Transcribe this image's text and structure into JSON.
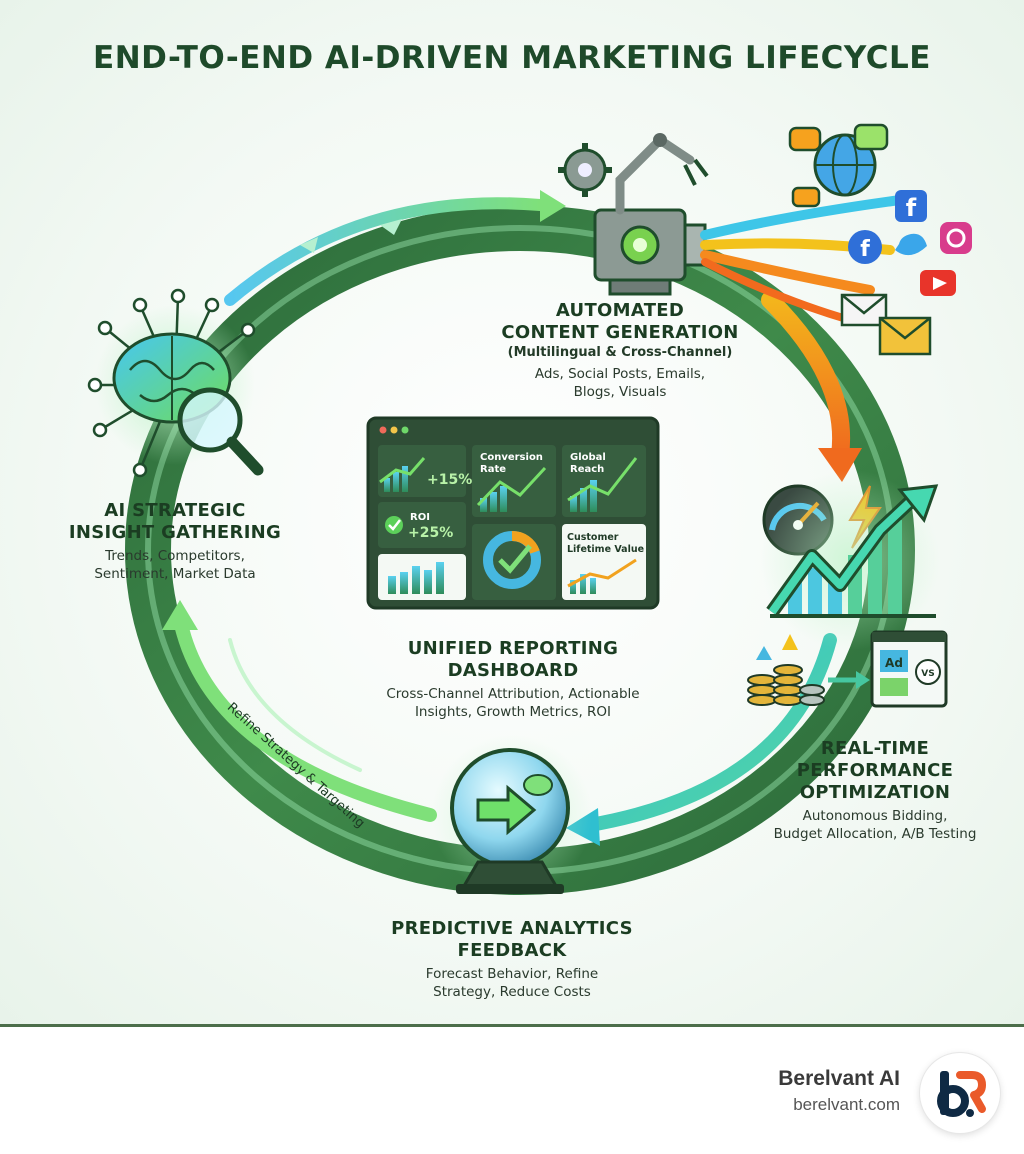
{
  "title": "END-TO-END AI-DRIVEN MARKETING LIFECYCLE",
  "stages": {
    "content": {
      "head_line1": "AUTOMATED",
      "head_line2": "CONTENT GENERATION",
      "sub": "(Multilingual & Cross-Channel)",
      "desc_line1": "Ads, Social Posts, Emails,",
      "desc_line2": "Blogs, Visuals"
    },
    "insight": {
      "head_line1": "AI STRATEGIC",
      "head_line2": "INSIGHT GATHERING",
      "desc_line1": "Trends, Competitors,",
      "desc_line2": "Sentiment, Market Data"
    },
    "dashboard": {
      "head_line1": "UNIFIED REPORTING",
      "head_line2": "DASHBOARD",
      "desc_line1": "Cross-Channel Attribution, Actionable",
      "desc_line2": "Insights, Growth Metrics, ROI"
    },
    "optimization": {
      "head_line1": "REAL-TIME",
      "head_line2": "PERFORMANCE",
      "head_line3": "OPTIMIZATION",
      "desc_line1": "Autonomous Bidding,",
      "desc_line2": "Budget Allocation, A/B Testing"
    },
    "predictive": {
      "head_line1": "PREDICTIVE ANALYTICS",
      "head_line2": "FEEDBACK",
      "desc_line1": "Forecast Behavior, Refine",
      "desc_line2": "Strategy, Reduce Costs"
    }
  },
  "loop_label": "Refine Strategy & Targeting",
  "dashboard_tiles": {
    "growth": "+15%",
    "conversion_line1": "Conversion",
    "conversion_line2": "Rate",
    "reach_line1": "Global",
    "reach_line2": "Reach",
    "roi_label": "ROI",
    "roi_value": "+25%",
    "clv_line1": "Customer",
    "clv_line2": "Lifetime Value"
  },
  "optimization_icons": {
    "ad": "Ad",
    "vs": "VS"
  },
  "footer": {
    "brand": "Berelvant AI",
    "url": "berelvant.com"
  },
  "colors": {
    "title": "#1e4a2a",
    "ring": "#2f6b3c",
    "accent_teal": "#3fd0c9",
    "accent_green": "#6fd86a",
    "accent_orange": "#f07a1e",
    "logo_orange": "#ea5a2a",
    "logo_navy": "#0f2a44"
  },
  "icons": [
    "brain-icon",
    "magnifier-icon",
    "gear-icon",
    "robot-arm-icon",
    "globe-icon",
    "chat-icon",
    "facebook-icon",
    "twitter-icon",
    "instagram-icon",
    "youtube-icon",
    "email-icon",
    "speedometer-icon",
    "lightning-icon",
    "coins-icon",
    "crystal-ball-icon"
  ]
}
